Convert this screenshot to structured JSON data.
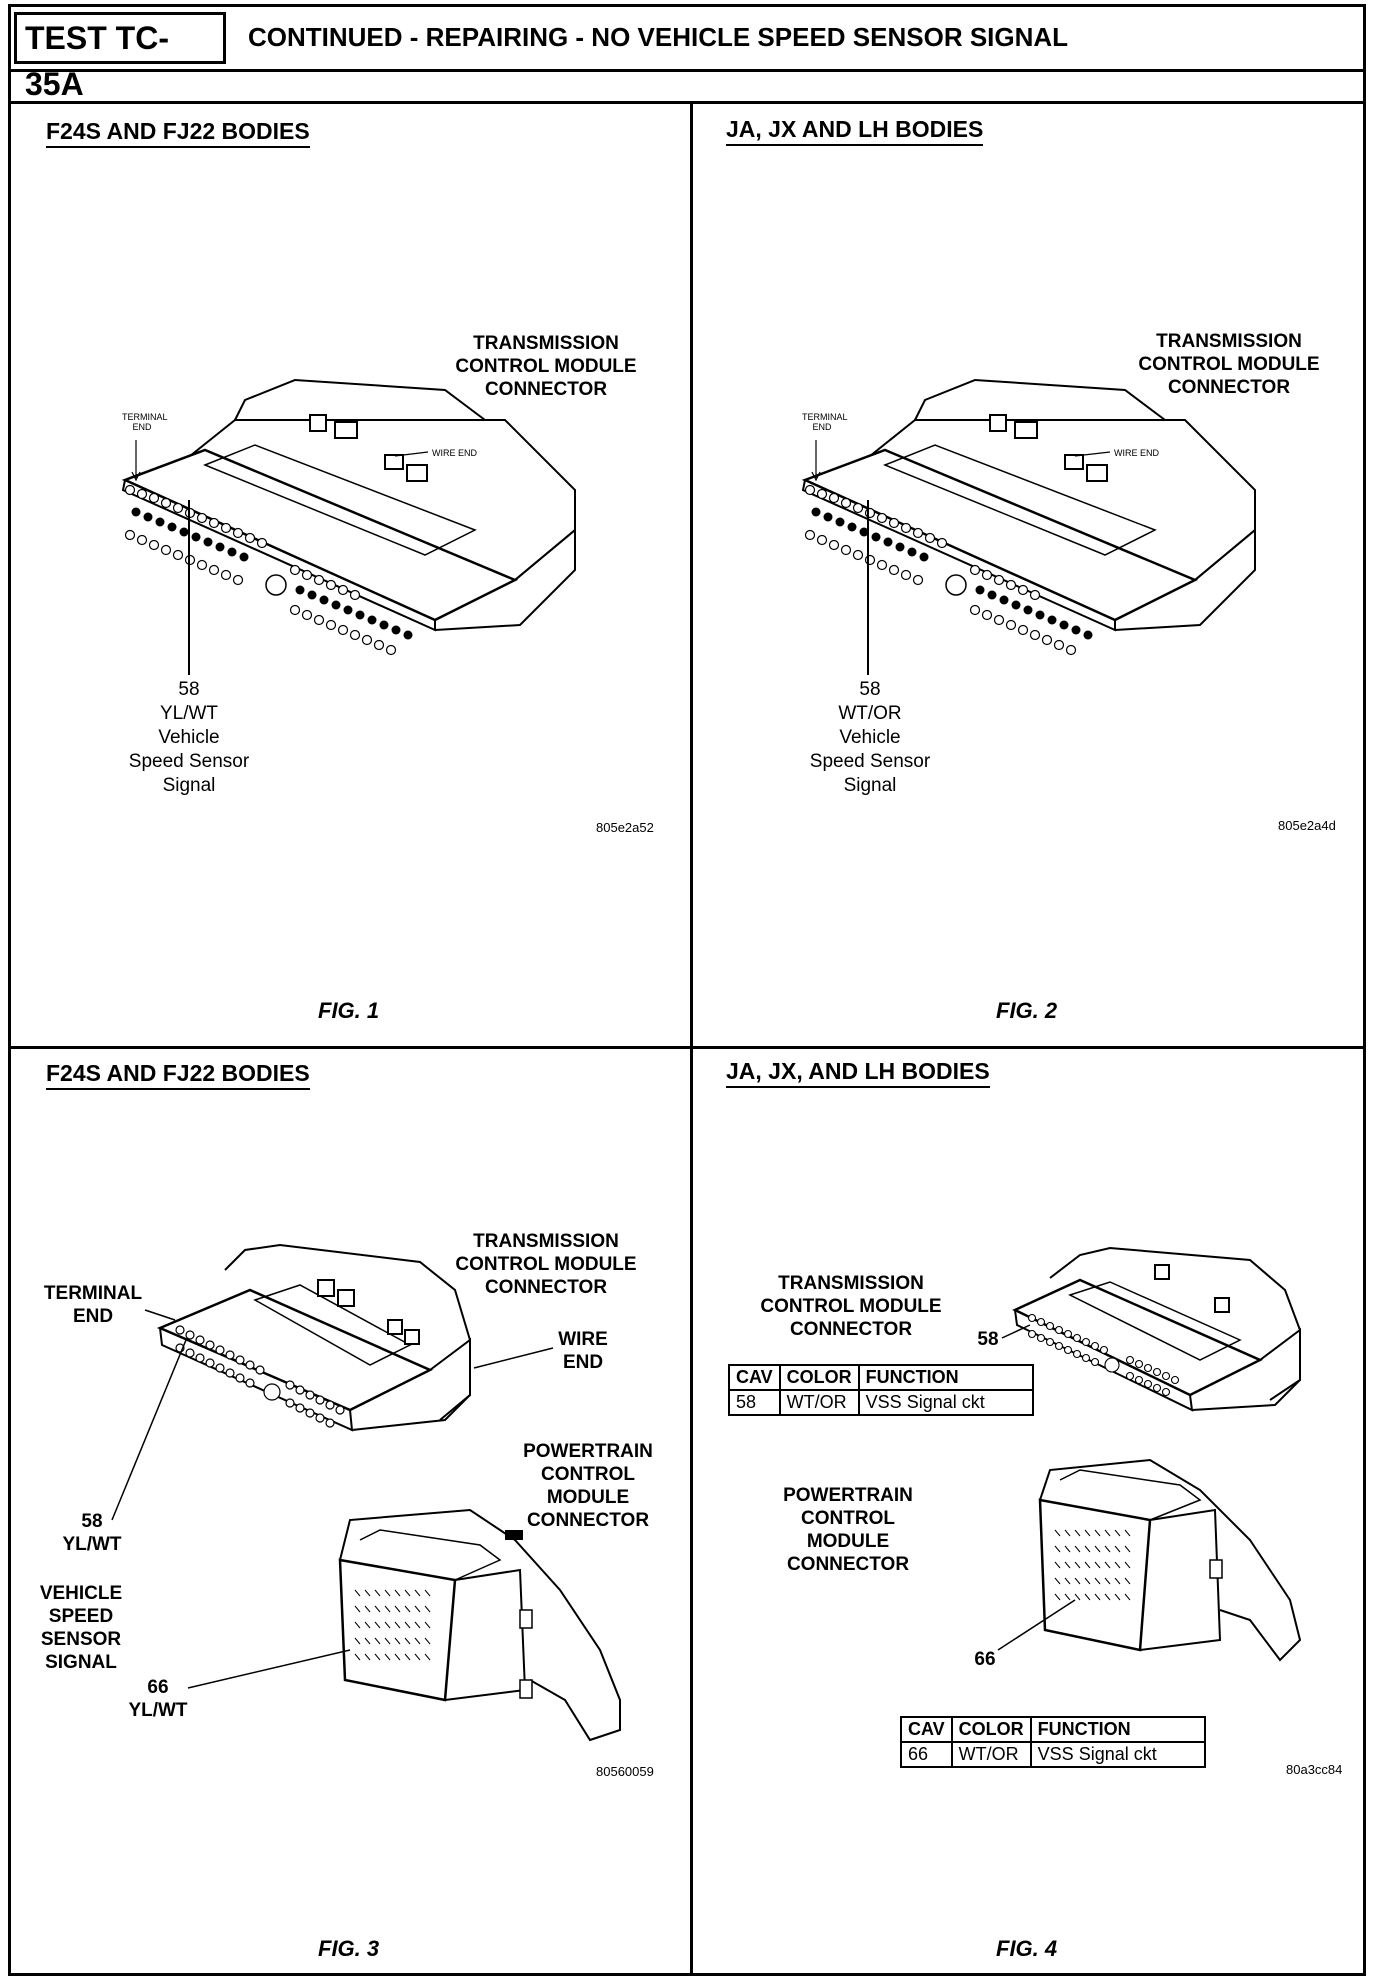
{
  "header": {
    "test_id": "TEST TC-35A",
    "title": "CONTINUED - REPAIRING - NO VEHICLE SPEED SENSOR SIGNAL"
  },
  "panels": [
    {
      "title": "F24S AND FJ22 BODIES",
      "connector_label": "TRANSMISSION\nCONTROL MODULE\nCONNECTOR",
      "terminal_end": "TERMINAL\nEND",
      "wire_end": "WIRE END",
      "pin": "58",
      "pin_color": "YL/WT",
      "pin_desc": "Vehicle\nSpeed Sensor\nSignal",
      "code": "805e2a52",
      "fig": "FIG. 1"
    },
    {
      "title": "JA, JX AND LH BODIES",
      "connector_label": "TRANSMISSION\nCONTROL MODULE\nCONNECTOR",
      "terminal_end": "TERMINAL\nEND",
      "wire_end": "WIRE END",
      "pin": "58",
      "pin_color": "WT/OR",
      "pin_desc": "Vehicle\nSpeed Sensor\nSignal",
      "code": "805e2a4d",
      "fig": "FIG. 2"
    },
    {
      "title": "F24S AND FJ22 BODIES",
      "tcm_label": "TRANSMISSION\nCONTROL MODULE\nCONNECTOR",
      "terminal_end": "TERMINAL\nEND",
      "wire_end": "WIRE\nEND",
      "pcm_label": "POWERTRAIN\nCONTROL\nMODULE\nCONNECTOR",
      "pin_58": "58\nYL/WT",
      "signal_label": "VEHICLE\nSPEED\nSENSOR\nSIGNAL",
      "pin_66": "66\nYL/WT",
      "code": "80560059",
      "fig": "FIG. 3"
    },
    {
      "title": "JA, JX, AND LH BODIES",
      "tcm_label": "TRANSMISSION\nCONTROL MODULE\nCONNECTOR",
      "pin_58": "58",
      "pcm_label": "POWERTRAIN\nCONTROL\nMODULE\nCONNECTOR",
      "pin_66": "66",
      "table_headers": [
        "CAV",
        "COLOR",
        "FUNCTION"
      ],
      "table_1": [
        "58",
        "WT/OR",
        "VSS Signal ckt"
      ],
      "table_2": [
        "66",
        "WT/OR",
        "VSS Signal ckt"
      ],
      "code": "80a3cc84",
      "fig": "FIG. 4"
    }
  ]
}
